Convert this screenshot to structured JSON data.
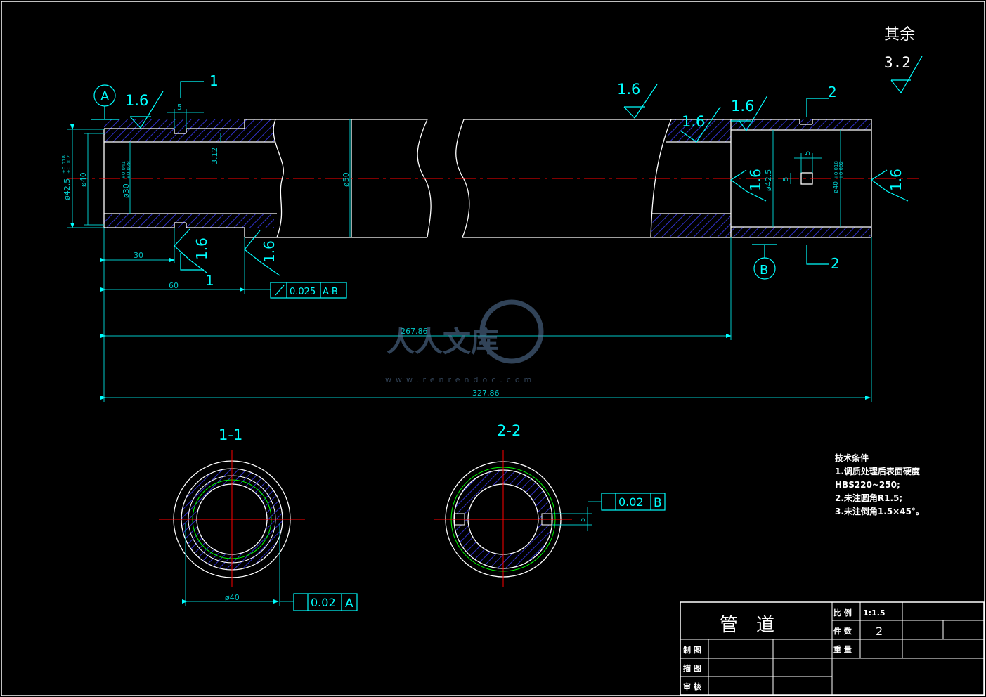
{
  "roughness": {
    "other_label": "其余",
    "other_value": "3.2",
    "values": [
      "1.6",
      "1.6",
      "1.6",
      "1.6",
      "1.6",
      "1.6",
      "1.6",
      "1.6"
    ]
  },
  "datums": {
    "a": "A",
    "b": "B"
  },
  "section_marks": {
    "s1": "1",
    "s2": "2"
  },
  "dimensions": {
    "keyway_width_left": "5",
    "keyway_depth": "3.12",
    "keyway_width_right": "5",
    "keyway_depth_right": "5",
    "d_outer_left": "ø42.5",
    "d_outer_left_tol_up": "+0.018",
    "d_outer_left_tol_low": "+0.002",
    "d_bore_left": "ø40",
    "d_inner": "ø30",
    "d_inner_tol_up": "+0.041",
    "d_inner_tol_low": "+0.028",
    "d_main": "ø50",
    "d_outer_right": "ø42.5",
    "d_bore_right": "ø40",
    "d_bore_right_tol_up": "+0.018",
    "d_bore_right_tol_low": "+0.002",
    "len_30": "30",
    "len_60": "60",
    "len_267": "267.86",
    "len_327": "327.86"
  },
  "tolerance_frames": {
    "runout": {
      "value": "0.025",
      "datum": "A-B"
    },
    "sec1": {
      "value": "0.02",
      "datum": "A"
    },
    "sec2": {
      "value": "0.02",
      "datum": "B"
    }
  },
  "sections": {
    "title_1": "1-1",
    "title_2": "2-2",
    "dia_1": "ø40",
    "key_2": "5"
  },
  "tech_notes": {
    "title": "技术条件",
    "lines": [
      "1.调质处理后表面硬度",
      "HBS220~250;",
      "2.未注圆角R1.5;",
      "3.未注倒角1.5×45°。"
    ]
  },
  "watermark": {
    "text": "人人文库",
    "url": "www.renrendoc.com"
  },
  "title_block": {
    "part_name": "管　道",
    "scale_label": "比 例",
    "scale_value": "1:1.5",
    "qty_label": "件 数",
    "qty_value": "2",
    "weight_label": "重 量",
    "drawn_label": "制 图",
    "traced_label": "描 图",
    "checked_label": "审 核"
  },
  "colors": {
    "background": "#000000",
    "outline": "#ffffff",
    "dimension": "#00ffff",
    "centerline": "#ff0000",
    "hatch": "#3030c8",
    "fit_circle": "#00ff00"
  }
}
